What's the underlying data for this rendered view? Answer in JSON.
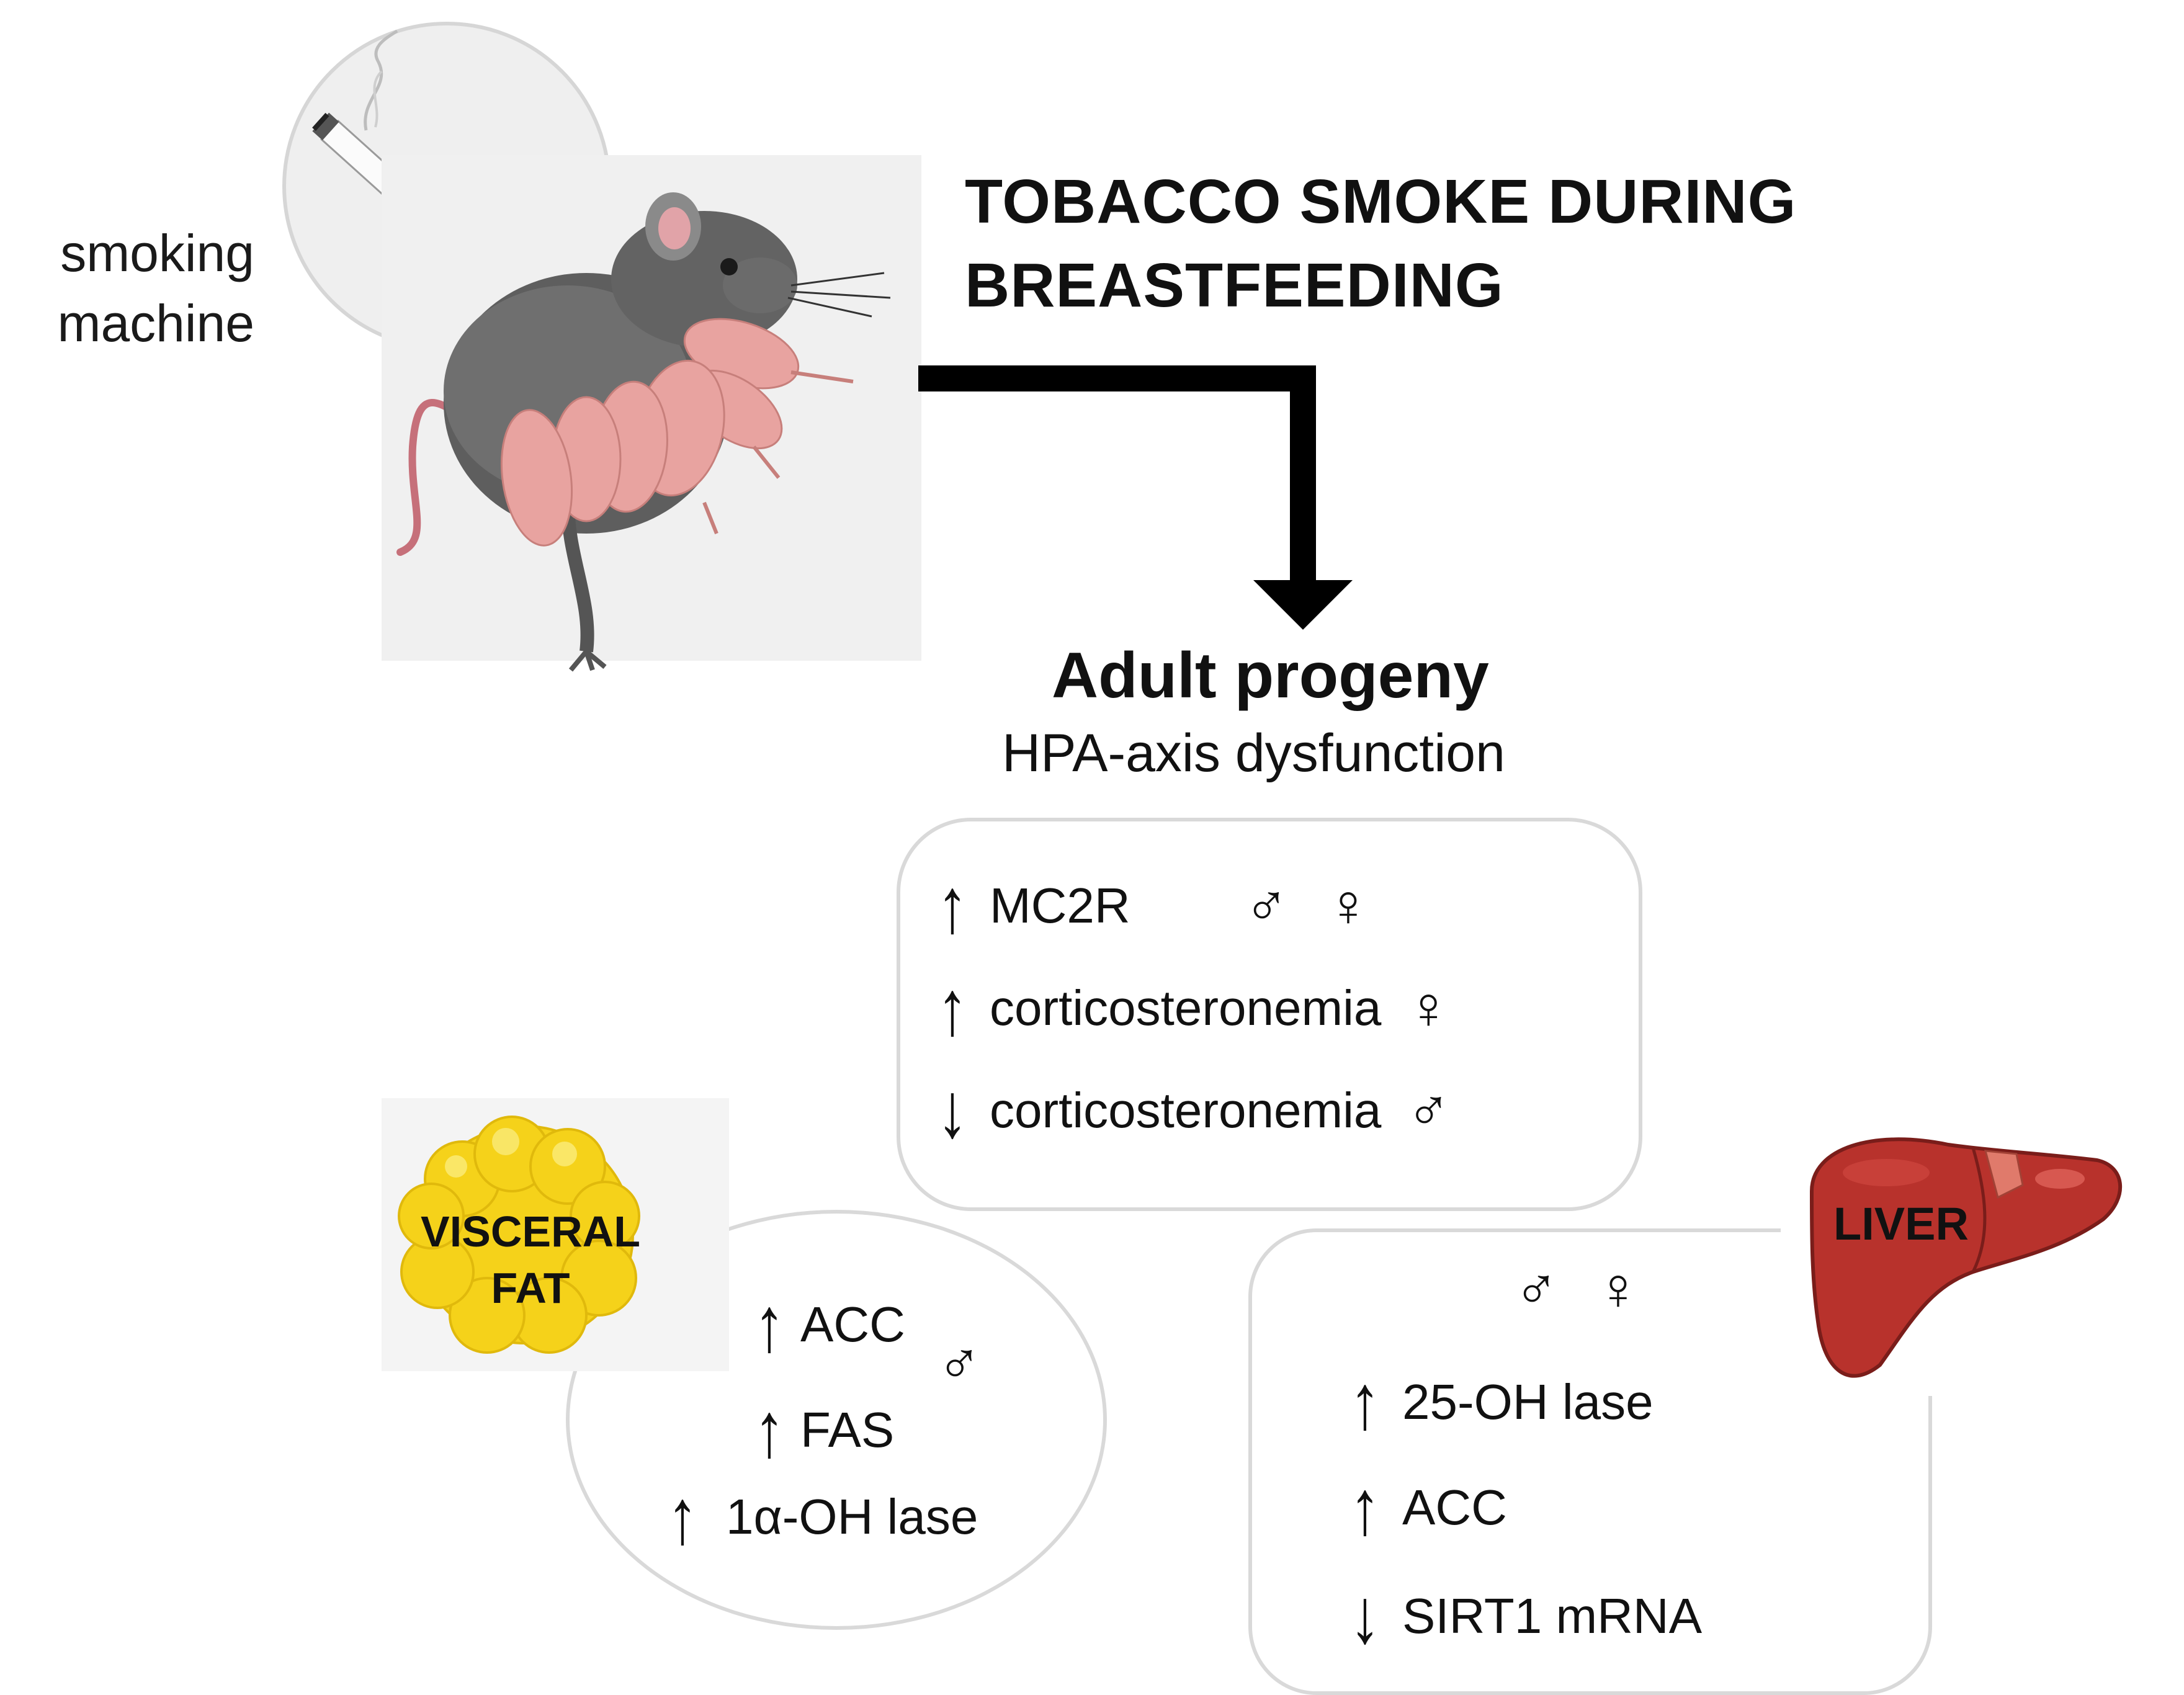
{
  "left_label": {
    "line1": "smoking",
    "line2": "machine"
  },
  "title": {
    "line1": "TOBACCO SMOKE DURING",
    "line2": "BREASTFEEDING"
  },
  "progeny": {
    "heading": "Adult progeny",
    "subheading": "HPA-axis dysfunction"
  },
  "symbols": {
    "up": "↑",
    "down": "↓",
    "male": "♂",
    "female": "♀"
  },
  "hpa_box": {
    "rows": [
      {
        "direction": "up",
        "label": "MC2R",
        "sexes": [
          "male",
          "female"
        ]
      },
      {
        "direction": "up",
        "label": "corticosteronemia",
        "sexes": [
          "female"
        ]
      },
      {
        "direction": "down",
        "label": "corticosteronemia",
        "sexes": [
          "male"
        ]
      }
    ]
  },
  "visceral_fat": {
    "badge_line1": "VISCERAL",
    "badge_line2": "FAT",
    "rows": [
      {
        "direction": "up",
        "label": "ACC"
      },
      {
        "direction": "up",
        "label": "FAS"
      },
      {
        "direction": "up",
        "label": "1α-OH lase"
      }
    ],
    "sex": "male"
  },
  "liver": {
    "badge": "LIVER",
    "sexes": [
      "male",
      "female"
    ],
    "rows": [
      {
        "direction": "up",
        "label": "25-OH lase"
      },
      {
        "direction": "up",
        "label": "ACC"
      },
      {
        "direction": "down",
        "label": "SIRT1 mRNA"
      }
    ]
  },
  "colors": {
    "arrow": "#000000",
    "box_border": "#d9d9d9",
    "fat_yellow": "#f5d21a",
    "liver_red": "#b8322c",
    "rat_gray": "#555555",
    "pup_pink": "#e8a3a0"
  },
  "icons": [
    "cigarette-icon",
    "rat-with-pups-illustration",
    "fat-cells-icon",
    "liver-icon"
  ]
}
